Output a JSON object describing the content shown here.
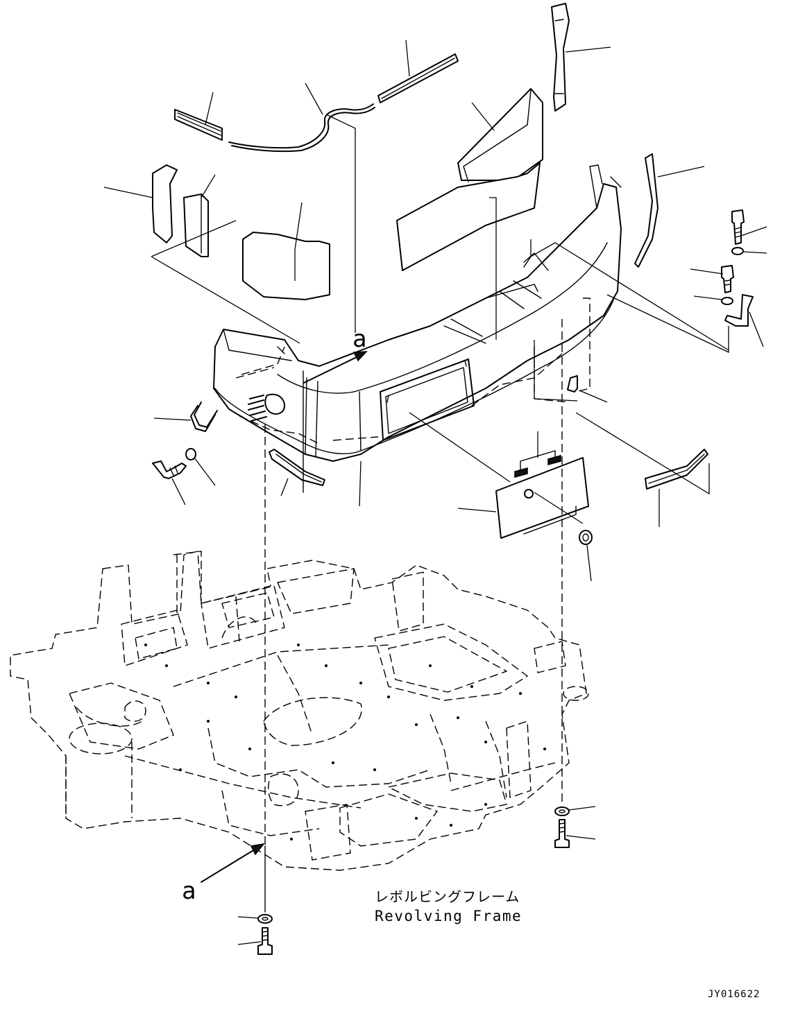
{
  "drawing": {
    "view_marker": "a",
    "frame_label_jp": "レボルビングフレーム",
    "frame_label_en": "Revolving Frame",
    "drawing_number": "JY016622"
  }
}
